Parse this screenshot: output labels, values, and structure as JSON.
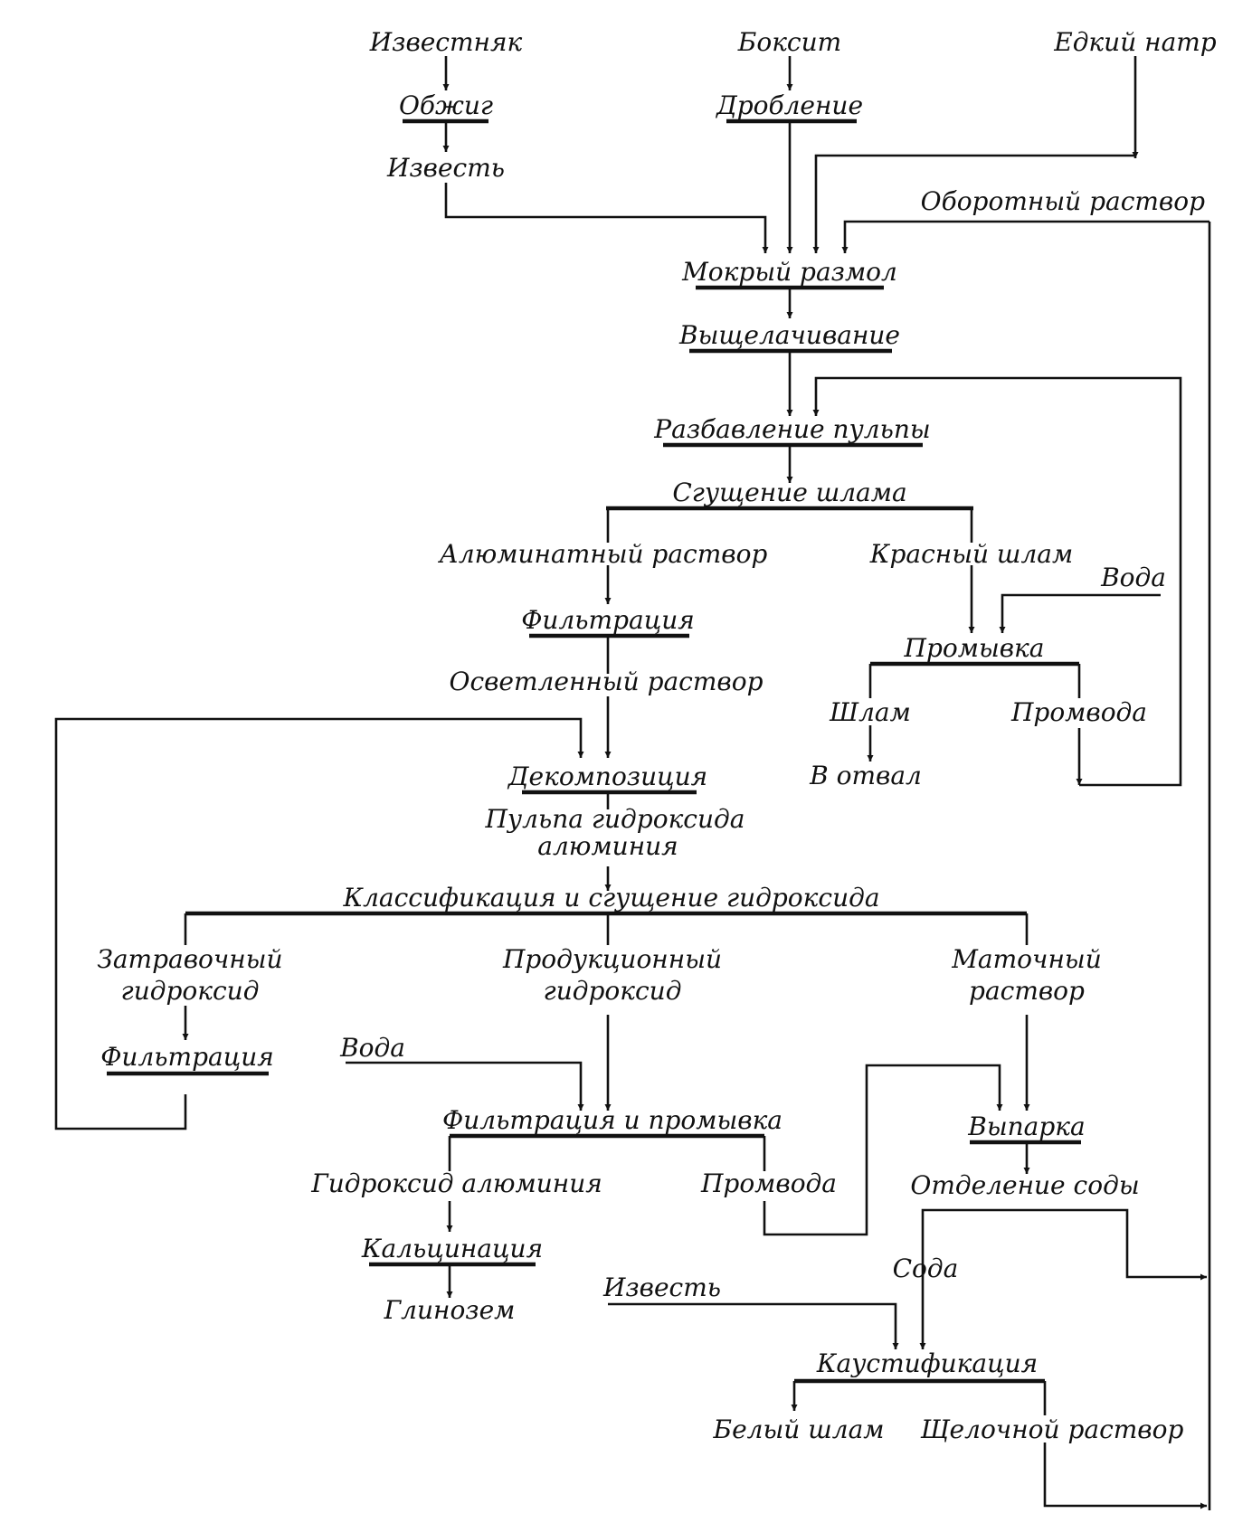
{
  "nodes": {
    "limestone": "Известняк",
    "roasting": "Обжиг",
    "lime": "Известь",
    "bauxite": "Боксит",
    "crushing": "Дробление",
    "caustic_soda": "Едкий натр",
    "recycle_solution": "Оборотный раствор",
    "wet_grinding": "Мокрый размол",
    "leaching": "Выщелачивание",
    "pulp_dilution": "Разбавление пульпы",
    "mud_thickening": "Сгущение шлама",
    "aluminate_solution": "Алюминатный раствор",
    "red_mud": "Красный шлам",
    "water_1": "Вода",
    "filtration_1": "Фильтрация",
    "washing": "Промывка",
    "clarified_solution": "Осветленный раствор",
    "mud": "Шлам",
    "wash_water_1": "Промвода",
    "to_dump": "В отвал",
    "decomposition": "Декомпозиция",
    "hydroxide_pulp_1": "Пульпа гидроксида",
    "hydroxide_pulp_2": "алюминия",
    "classification": "Классификация и сгущение гидроксида",
    "seed_hydroxide_1": "Затравочный",
    "seed_hydroxide_2": "гидроксид",
    "product_hydroxide_1": "Продукционный",
    "product_hydroxide_2": "гидроксид",
    "mother_liquor_1": "Маточный",
    "mother_liquor_2": "раствор",
    "filtration_2": "Фильтрация",
    "water_2": "Вода",
    "filtration_washing": "Фильтрация и промывка",
    "evaporation": "Выпарка",
    "aluminium_hydroxide": "Гидроксид алюминия",
    "wash_water_2": "Промвода",
    "soda_separation": "Отделение соды",
    "calcination": "Кальцинация",
    "soda": "Сода",
    "alumina": "Глинозем",
    "lime_2": "Известь",
    "causticization": "Каустификация",
    "white_mud": "Белый шлам",
    "alkaline_solution": "Щелочной раствор"
  }
}
